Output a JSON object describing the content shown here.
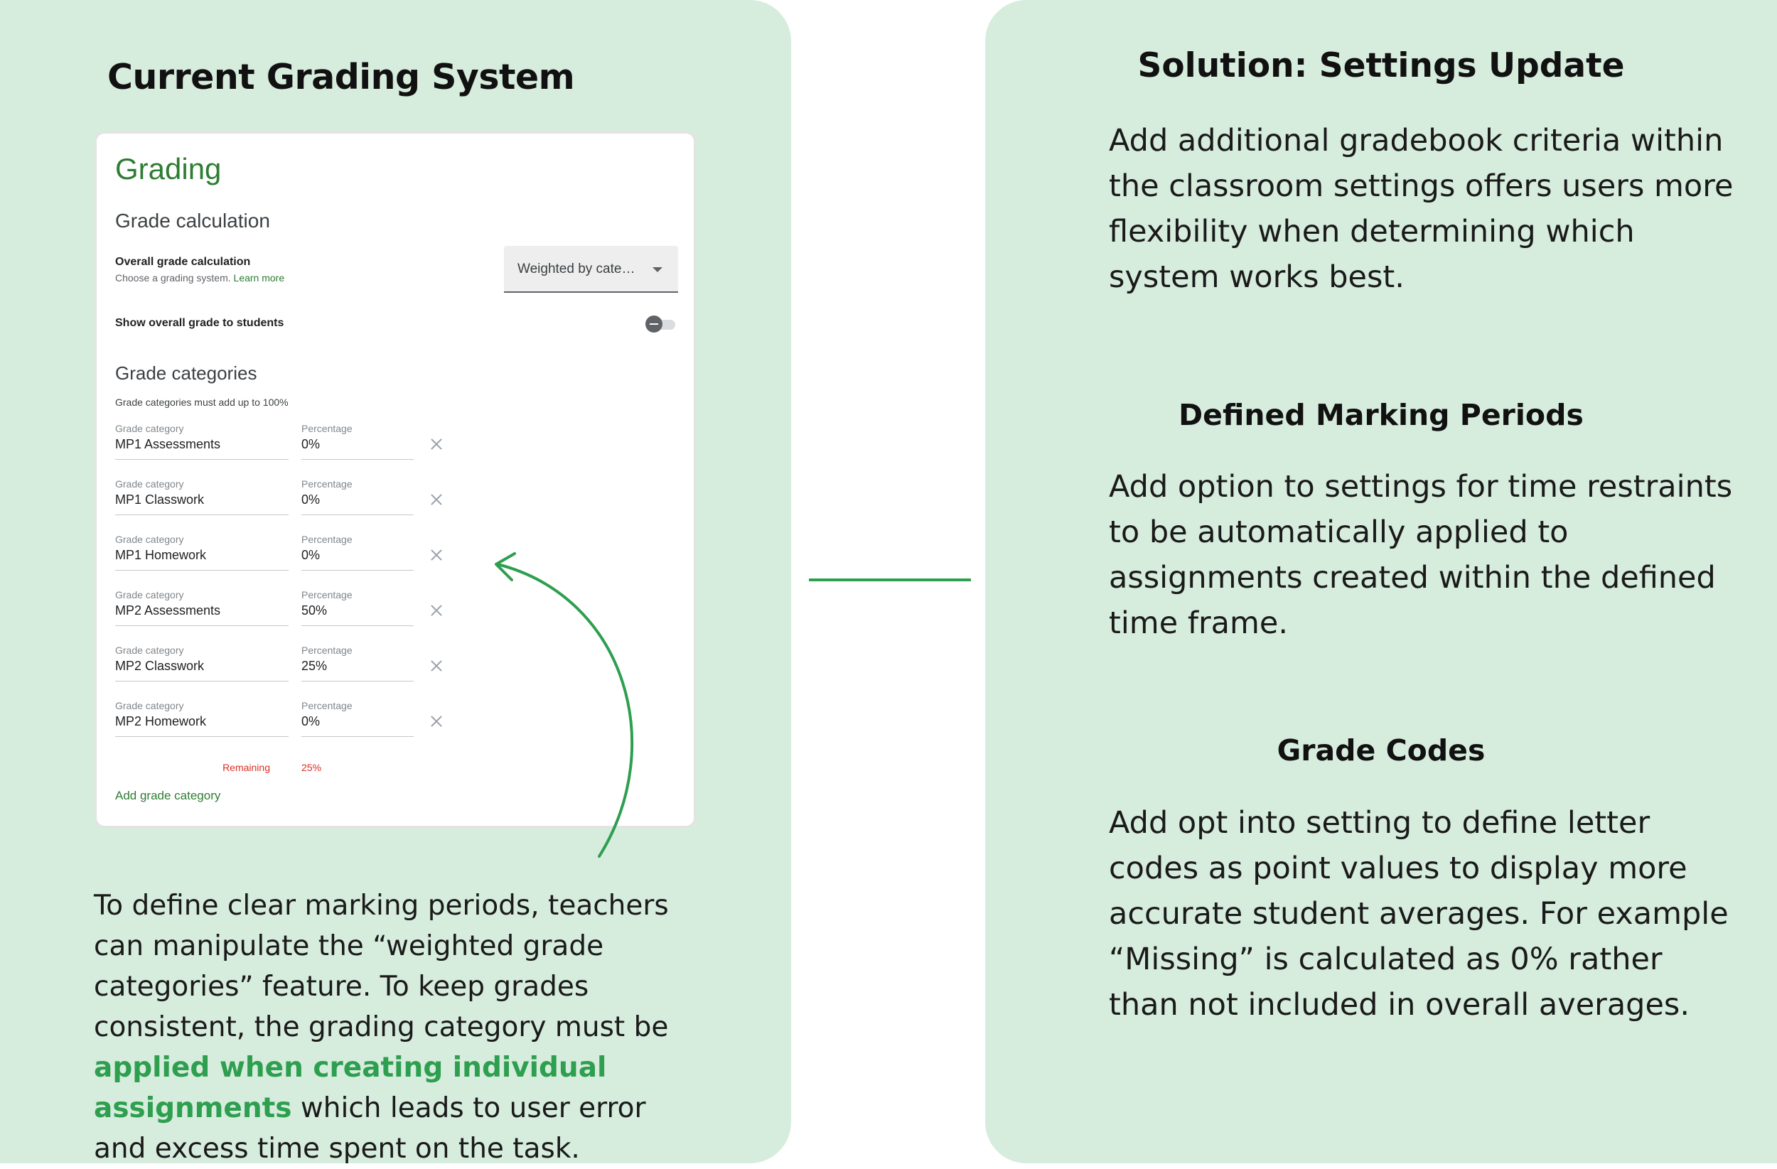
{
  "left": {
    "title": "Current Grading System",
    "caption_part1": "To define clear marking periods, teachers can manipulate the “weighted grade categories” feature. To keep grades consistent, the grading category must be ",
    "caption_highlight": "applied when creating individual assignments",
    "caption_part2": " which leads to user error and excess time spent on the task."
  },
  "grading": {
    "title": "Grading",
    "grade_calc_heading": "Grade calculation",
    "overall_label": "Overall grade calculation",
    "overall_desc": "Choose a grading system.",
    "learn_more": "Learn more",
    "calc_value": "Weighted by cate…",
    "show_overall_label": "Show overall grade to students",
    "categories_heading": "Grade categories",
    "categories_note": "Grade categories must add up to 100%",
    "category_field_label": "Grade category",
    "percentage_field_label": "Percentage",
    "categories": [
      {
        "name": "MP1 Assessments",
        "percent": "0%"
      },
      {
        "name": "MP1 Classwork",
        "percent": "0%"
      },
      {
        "name": "MP1 Homework",
        "percent": "0%"
      },
      {
        "name": "MP2 Assessments",
        "percent": "50%"
      },
      {
        "name": "MP2 Classwork",
        "percent": "25%"
      },
      {
        "name": "MP2 Homework",
        "percent": "0%"
      }
    ],
    "remaining_label": "Remaining",
    "remaining_value": "25%",
    "add_category": "Add grade category"
  },
  "right": {
    "title": "Solution: Settings Update",
    "section1_body": "Add additional gradebook criteria within the classroom settings offers users more flexibility when determining which system works best.",
    "section2_title": "Defined Marking Periods",
    "section2_body": "Add option to settings for time restraints to be automatically applied to assignments created within the defined time frame.",
    "section3_title": "Grade Codes",
    "section3_body": "Add opt into setting to define letter codes as point values to display more accurate student averages. For example “Missing” is calculated as 0% rather than not included in overall averages."
  },
  "colors": {
    "panel_bg": "#d6ecdd",
    "accent_green": "#2e9e4f",
    "google_green": "#2e7d32",
    "error_red": "#d93025"
  },
  "icons": [
    "dropdown-caret-icon",
    "toggle-switch-icon",
    "close-icon",
    "curved-arrow-icon"
  ]
}
